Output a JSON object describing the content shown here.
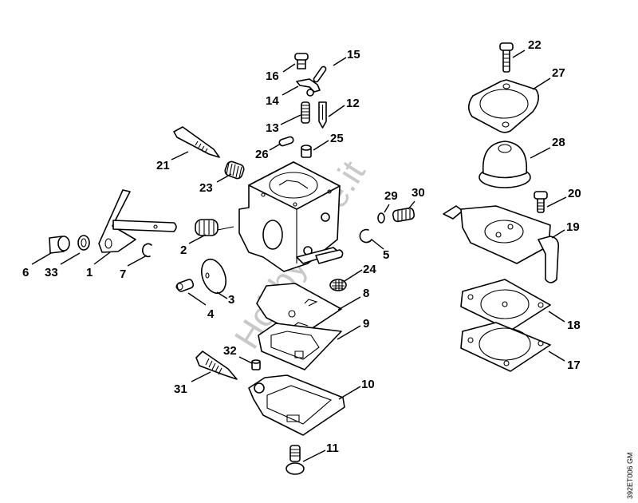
{
  "diagram": {
    "watermark": "HobbyStore.it",
    "drawing_code": "392ET006 GM",
    "callouts": [
      {
        "id": "c1",
        "label": "1"
      },
      {
        "id": "c2",
        "label": "2"
      },
      {
        "id": "c3",
        "label": "3"
      },
      {
        "id": "c4",
        "label": "4"
      },
      {
        "id": "c5",
        "label": "5"
      },
      {
        "id": "c6",
        "label": "6"
      },
      {
        "id": "c7",
        "label": "7"
      },
      {
        "id": "c8",
        "label": "8"
      },
      {
        "id": "c9",
        "label": "9"
      },
      {
        "id": "c10",
        "label": "10"
      },
      {
        "id": "c11",
        "label": "11"
      },
      {
        "id": "c12",
        "label": "12"
      },
      {
        "id": "c13",
        "label": "13"
      },
      {
        "id": "c14",
        "label": "14"
      },
      {
        "id": "c15",
        "label": "15"
      },
      {
        "id": "c16",
        "label": "16"
      },
      {
        "id": "c17",
        "label": "17"
      },
      {
        "id": "c18",
        "label": "18"
      },
      {
        "id": "c19",
        "label": "19"
      },
      {
        "id": "c20",
        "label": "20"
      },
      {
        "id": "c21",
        "label": "21"
      },
      {
        "id": "c22",
        "label": "22"
      },
      {
        "id": "c23",
        "label": "23"
      },
      {
        "id": "c24",
        "label": "24"
      },
      {
        "id": "c25",
        "label": "25"
      },
      {
        "id": "c26",
        "label": "26"
      },
      {
        "id": "c27",
        "label": "27"
      },
      {
        "id": "c28",
        "label": "28"
      },
      {
        "id": "c29",
        "label": "29"
      },
      {
        "id": "c30",
        "label": "30"
      },
      {
        "id": "c31",
        "label": "31"
      },
      {
        "id": "c32",
        "label": "32"
      },
      {
        "id": "c33",
        "label": "33"
      }
    ]
  }
}
